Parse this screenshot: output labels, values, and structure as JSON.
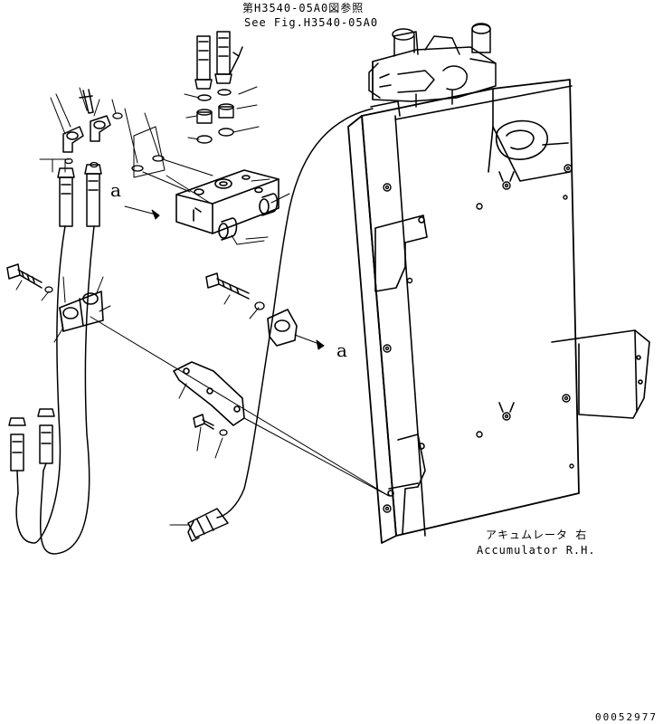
{
  "reference": {
    "text_jp": "第H3540-05A0図参照",
    "text_en": "See Fig.H3540-05A0"
  },
  "assembly": {
    "label_jp": "アキュムレータ 右",
    "label_en": "Accumulator R.H."
  },
  "callouts": {
    "section_marker": "a",
    "section_marker_return": "a"
  },
  "drawing": {
    "part_number": "00052977",
    "line_color": "#000000",
    "background": "#ffffff"
  },
  "icons": {
    "accumulator": "accumulator-housing-icon",
    "valve_block": "valve-block-icon",
    "hose": "hydraulic-hose-icon",
    "clamp": "hose-clamp-icon",
    "bracket": "mounting-bracket-icon",
    "bolt": "bolt-icon",
    "washer": "washer-icon",
    "o_ring": "o-ring-icon",
    "elbow": "elbow-fitting-icon"
  }
}
